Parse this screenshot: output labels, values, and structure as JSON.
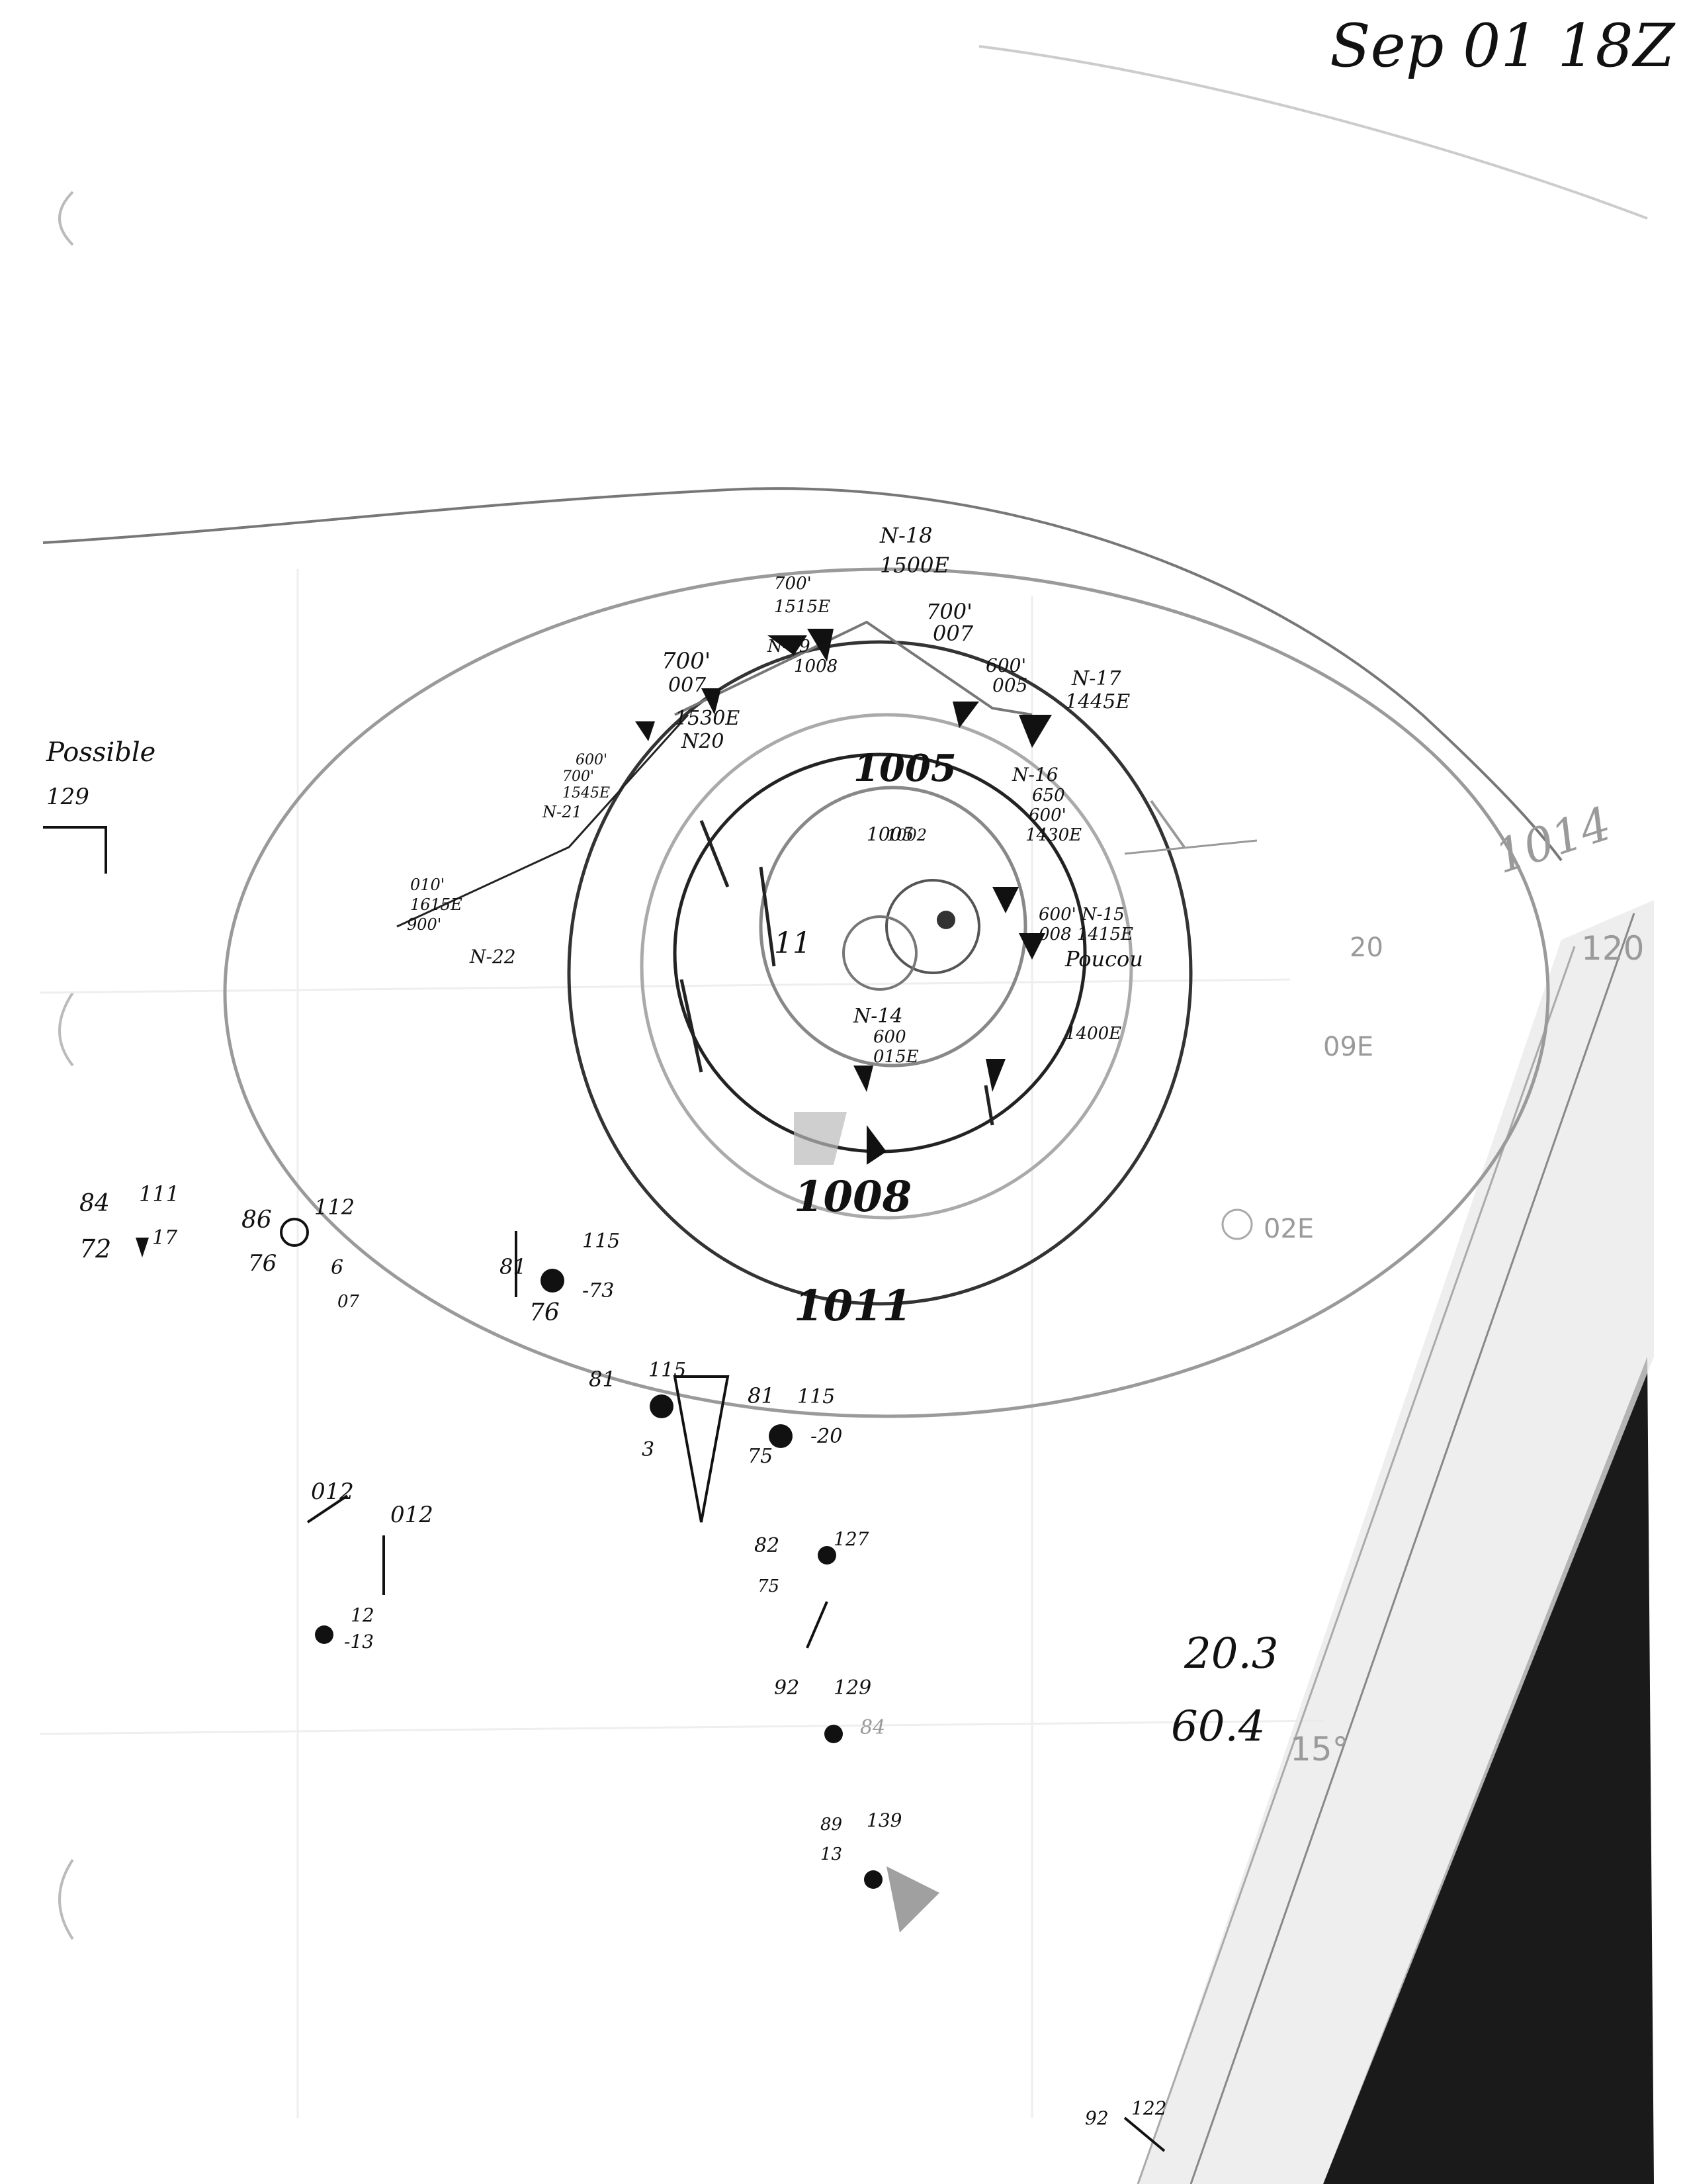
{
  "header": {
    "date_time": "Sep 01 18Z"
  },
  "isobars": [
    {
      "label": "1005"
    },
    {
      "label": "1008"
    },
    {
      "label": "1011"
    },
    {
      "label": "1014"
    }
  ],
  "grid_labels": {
    "lon_120": "120",
    "lat_15": "15°",
    "lat_20": "20"
  },
  "position_note": {
    "lat": "20.3",
    "lon": "60.4"
  },
  "annotations": {
    "top_center": {
      "line1": "N-18",
      "line2": "1500E"
    },
    "obs_a": {
      "line1": "700'",
      "line2": "1515E",
      "line3": "N-19",
      "line4": "1008"
    },
    "obs_b": {
      "line1": "700'",
      "line2": "007"
    },
    "obs_c": {
      "line1": "600'",
      "line2": "005"
    },
    "obs_d": {
      "line1": "N-17",
      "line2": "1445E"
    },
    "obs_e": {
      "line1": "700'",
      "line2": "007",
      "line3": "1530E",
      "line4": "N20"
    },
    "obs_f": {
      "line1": "600'",
      "line2": "700'",
      "line3": "1545E",
      "line4": "N-21"
    },
    "obs_g": {
      "line1": "010'",
      "line2": "1615E",
      "line3": "900'",
      "line4": "N-22"
    },
    "obs_h": {
      "line1": "N-16",
      "line2": "650",
      "line3": "600'",
      "line4": "1430E"
    },
    "obs_i": {
      "line1": "600' N-15",
      "line2": "008 1415E",
      "line3": "Poucou"
    },
    "obs_j": {
      "line1": "N-14",
      "line2": "600",
      "line3": "015E"
    },
    "obs_k": {
      "line1": "1400E"
    },
    "obs_l": {
      "line1": "Possible",
      "line2": "129"
    },
    "center_1005": "1005",
    "center_11": "11",
    "inner_a": "1002"
  },
  "stations": [
    {
      "t": "84",
      "p": "111",
      "d": "72",
      "w": "17"
    },
    {
      "t": "86",
      "p": "112",
      "d": "76",
      "w": "6",
      "x": "07"
    },
    {
      "t": "81",
      "p": "115",
      "d": "76",
      "w": "-73"
    },
    {
      "t": "81",
      "p": "115",
      "d": "",
      "w": "3"
    },
    {
      "t": "81",
      "p": "115",
      "d": "75",
      "w": "-20"
    },
    {
      "t": "012",
      "p": "012",
      "d": "-13",
      "w": "12"
    },
    {
      "t": "82",
      "p": "127",
      "d": "75",
      "w": ""
    },
    {
      "t": "92",
      "p": "129",
      "d": "84",
      "w": ""
    },
    {
      "t": "89",
      "p": "139",
      "d": "13",
      "w": ""
    },
    {
      "t": "92",
      "p": "122",
      "d": "",
      "w": ""
    }
  ],
  "faint_labels": {
    "a": "09E",
    "b": "02E"
  },
  "colors": {
    "ink": "#111111",
    "faint": "#9a9a9a",
    "shade": "#1a1a1a"
  }
}
